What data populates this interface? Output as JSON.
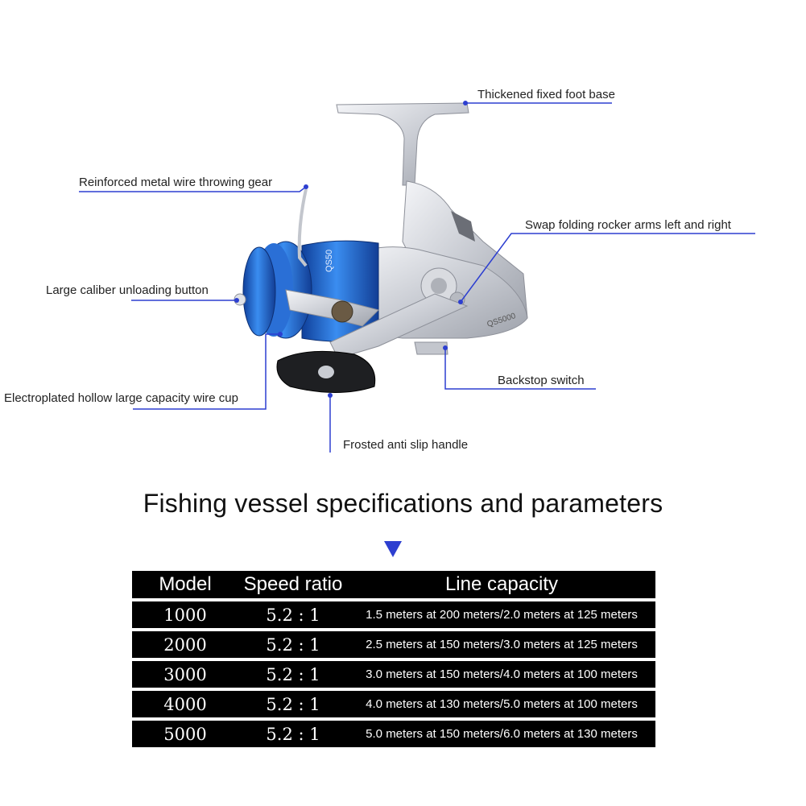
{
  "callouts": {
    "foot_base": "Thickened fixed foot base",
    "wire_gear": "Reinforced metal wire throwing gear",
    "rocker_arms": "Swap folding rocker arms left and right",
    "unload_button": "Large caliber unloading button",
    "backstop": "Backstop switch",
    "wire_cup": "Electroplated hollow large capacity wire cup",
    "handle": "Frosted anti slip handle"
  },
  "product": {
    "spool_text": "QS50",
    "body_text": "QS5000"
  },
  "colors": {
    "accent_blue": "#2d3fd0",
    "spool_blue": "#1f6fd0",
    "table_bg": "#000000"
  },
  "section": {
    "title": "Fishing vessel specifications and parameters",
    "marker_icon": "triangle-down-icon"
  },
  "table": {
    "headers": [
      "Model",
      "Speed ratio",
      "Line capacity"
    ],
    "rows": [
      {
        "model": "1000",
        "ratio": "5.2 : 1",
        "capacity": "1.5 meters at 200 meters/2.0 meters at 125 meters"
      },
      {
        "model": "2000",
        "ratio": "5.2 : 1",
        "capacity": "2.5 meters at 150 meters/3.0 meters at 125 meters"
      },
      {
        "model": "3000",
        "ratio": "5.2 : 1",
        "capacity": "3.0 meters at 150 meters/4.0 meters at 100 meters"
      },
      {
        "model": "4000",
        "ratio": "5.2 : 1",
        "capacity": "4.0 meters at 130 meters/5.0 meters at 100 meters"
      },
      {
        "model": "5000",
        "ratio": "5.2 : 1",
        "capacity": "5.0 meters at 150 meters/6.0 meters at 130 meters"
      }
    ]
  }
}
